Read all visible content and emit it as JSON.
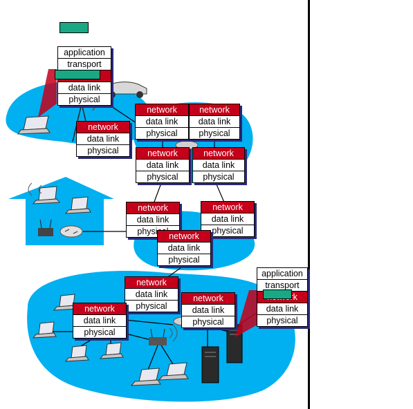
{
  "layers": {
    "application": "application",
    "transport": "transport",
    "network": "network",
    "datalink": "data link",
    "physical": "physical"
  },
  "colors": {
    "cloud": "#00b0f0",
    "network_layer": "#c4001a",
    "packet": "#1aa884",
    "stack_shadow": "#2a2a7a"
  },
  "icons": [
    "laptop-icon",
    "car-icon",
    "cell-tower-icon",
    "router-icon",
    "wireless-access-point-icon",
    "server-icon",
    "house-icon"
  ]
}
